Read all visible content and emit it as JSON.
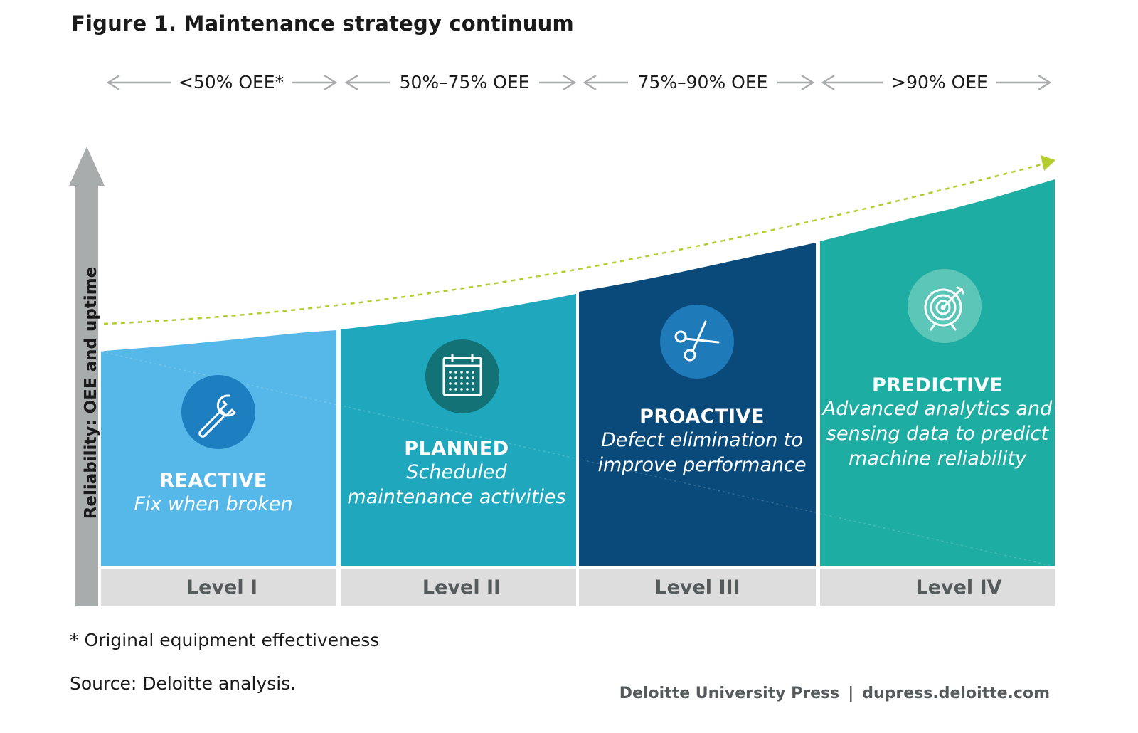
{
  "title": "Figure 1. Maintenance strategy continuum",
  "oee_ranges": [
    "<50% OEE*",
    "50%–75% OEE",
    "75%–90% OEE",
    ">90% OEE"
  ],
  "y_axis_label": "Reliability: OEE and uptime",
  "levels": [
    {
      "level": "Level I",
      "name": "REACTIVE",
      "description_lines": [
        "Fix when broken"
      ],
      "icon": "wrench-icon",
      "color": "#56b8e8",
      "icon_color": "#1d7fc0"
    },
    {
      "level": "Level II",
      "name": "PLANNED",
      "description_lines": [
        "Scheduled",
        "maintenance activities"
      ],
      "icon": "calendar-icon",
      "color": "#1fa8bd",
      "icon_color": "#137275"
    },
    {
      "level": "Level III",
      "name": "PROACTIVE",
      "description_lines": [
        "Defect elimination to",
        "improve performance"
      ],
      "icon": "scissors-icon",
      "color": "#0a4a7a",
      "icon_color": "#1f7ab9"
    },
    {
      "level": "Level IV",
      "name": "PREDICTIVE",
      "description_lines": [
        "Advanced analytics and",
        "sensing data to predict",
        "machine reliability"
      ],
      "icon": "target-icon",
      "color": "#1eada2",
      "icon_color": "#5cc6b8"
    }
  ],
  "footnote": "* Original equipment effectiveness",
  "source": "Source: Deloitte analysis.",
  "credit": {
    "publisher": "Deloitte University Press",
    "separator": "|",
    "url": "dupress.deloitte.com"
  },
  "colors": {
    "trend_line": "#b5cc2e",
    "axis_arrow": "#a9acad",
    "level_bar": "#dcdddc"
  }
}
